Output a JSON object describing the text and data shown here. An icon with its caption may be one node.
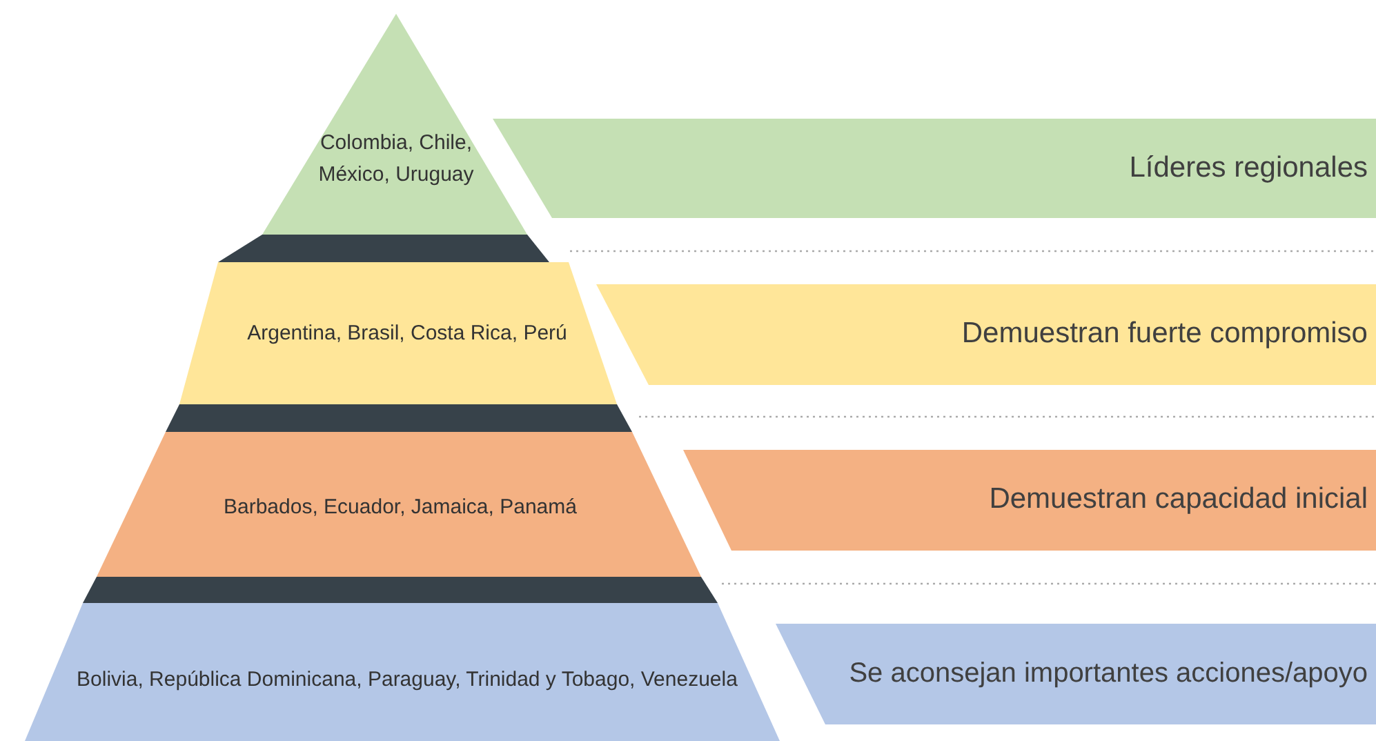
{
  "diagram": {
    "nodes": [
      {
        "text": [
          "Colombia, Chile, México, Uruguay"
        ]
      },
      {
        "text": [
          "Argentina, Brasil, Costa Rica, Perú"
        ]
      },
      {
        "text": [
          "Barbados, Ecuador, Jamaica, Panamá"
        ]
      },
      {
        "text": [
          "Bolivia, República Dominicana, Paraguay, Trinidad y Tobago, Venezuela"
        ]
      },
      {
        "text": [
          "Líderes regionales"
        ]
      },
      {
        "text": [
          "Demuestran fuerte compromiso"
        ]
      },
      {
        "text": [
          "Demuestran capacidad inicial"
        ]
      },
      {
        "text": [
          "Se aconsejan importantes acciones/apoyo"
        ]
      }
    ],
    "edges": []
  }
}
